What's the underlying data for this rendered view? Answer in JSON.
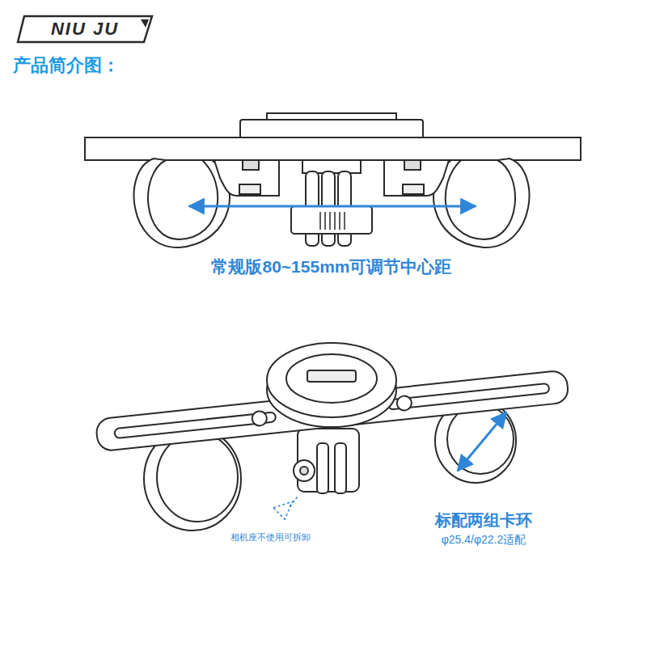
{
  "diagram": {
    "title": "产品简介图：",
    "nodes": [
      {
        "text": [
          "NIU JU"
        ]
      }
    ],
    "labels": [
      "常规版80~155mm可调节中心距",
      "标配两组卡环",
      "φ25.4/φ22.2适配",
      "相机座不使用可拆卸"
    ]
  }
}
